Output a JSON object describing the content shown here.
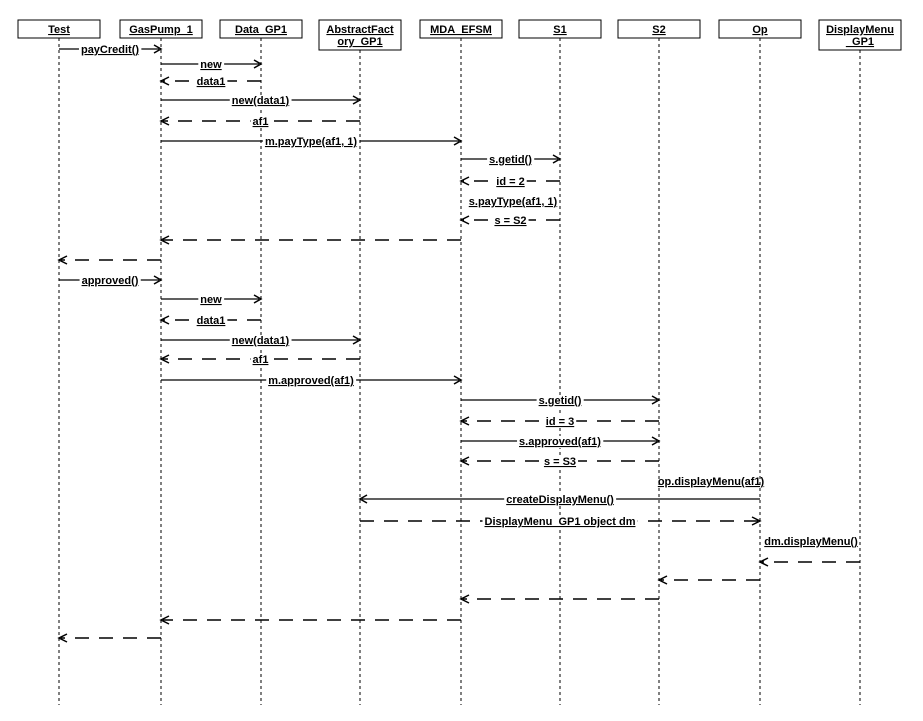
{
  "participants": [
    {
      "id": "test",
      "name": [
        "Test"
      ]
    },
    {
      "id": "gaspump",
      "name": [
        "GasPump_1"
      ]
    },
    {
      "id": "datagp1",
      "name": [
        "Data_GP1"
      ]
    },
    {
      "id": "absfactory",
      "name": [
        "AbstractFact",
        "ory_GP1"
      ]
    },
    {
      "id": "mdaefsm",
      "name": [
        "MDA_EFSM"
      ]
    },
    {
      "id": "s1",
      "name": [
        "S1"
      ]
    },
    {
      "id": "s2",
      "name": [
        "S2"
      ]
    },
    {
      "id": "op",
      "name": [
        "Op"
      ]
    },
    {
      "id": "displaymenu",
      "name": [
        "DisplayMenu",
        "_GP1"
      ]
    }
  ],
  "messages": [
    {
      "from": "test",
      "to": "gaspump",
      "label": "payCredit()",
      "kind": "call"
    },
    {
      "from": "gaspump",
      "to": "datagp1",
      "label": "new",
      "kind": "call"
    },
    {
      "from": "datagp1",
      "to": "gaspump",
      "label": "data1",
      "kind": "return"
    },
    {
      "from": "gaspump",
      "to": "absfactory",
      "label": "new(data1)",
      "kind": "call"
    },
    {
      "from": "absfactory",
      "to": "gaspump",
      "label": "af1",
      "kind": "return"
    },
    {
      "from": "gaspump",
      "to": "mdaefsm",
      "label": "m.payType(af1, 1)",
      "kind": "call"
    },
    {
      "from": "mdaefsm",
      "to": "s1",
      "label": "s.getid()",
      "kind": "call"
    },
    {
      "from": "s1",
      "to": "mdaefsm",
      "label": "id = 2",
      "kind": "return"
    },
    {
      "from": "mdaefsm",
      "to": "s1",
      "label": "s.payType(af1, 1)",
      "kind": "call",
      "label_only": true
    },
    {
      "from": "s1",
      "to": "mdaefsm",
      "label": "s = S2",
      "kind": "return"
    },
    {
      "from": "mdaefsm",
      "to": "gaspump",
      "label": "",
      "kind": "return"
    },
    {
      "from": "gaspump",
      "to": "test",
      "label": "",
      "kind": "return"
    },
    {
      "from": "test",
      "to": "gaspump",
      "label": "approved()",
      "kind": "call"
    },
    {
      "from": "gaspump",
      "to": "datagp1",
      "label": "new",
      "kind": "call"
    },
    {
      "from": "datagp1",
      "to": "gaspump",
      "label": "data1",
      "kind": "return"
    },
    {
      "from": "gaspump",
      "to": "absfactory",
      "label": "new(data1)",
      "kind": "call"
    },
    {
      "from": "absfactory",
      "to": "gaspump",
      "label": "af1",
      "kind": "return"
    },
    {
      "from": "gaspump",
      "to": "mdaefsm",
      "label": "m.approved(af1)",
      "kind": "call"
    },
    {
      "from": "mdaefsm",
      "to": "s2",
      "label": "s.getid()",
      "kind": "call"
    },
    {
      "from": "s2",
      "to": "mdaefsm",
      "label": "id = 3",
      "kind": "return"
    },
    {
      "from": "mdaefsm",
      "to": "s2",
      "label": "s.approved(af1)",
      "kind": "call"
    },
    {
      "from": "s2",
      "to": "mdaefsm",
      "label": "s = S3",
      "kind": "return"
    },
    {
      "from": "s2",
      "to": "op",
      "label": "op.displayMenu(af1)",
      "kind": "call",
      "label_only": true
    },
    {
      "from": "op",
      "to": "absfactory",
      "label": "createDisplayMenu()",
      "kind": "call"
    },
    {
      "from": "absfactory",
      "to": "op",
      "label": "DisplayMenu_GP1 object dm",
      "kind": "return"
    },
    {
      "from": "op",
      "to": "displaymenu",
      "label": "dm.displayMenu()",
      "kind": "call",
      "label_only": true
    },
    {
      "from": "displaymenu",
      "to": "op",
      "label": "",
      "kind": "return"
    },
    {
      "from": "op",
      "to": "s2",
      "label": "",
      "kind": "return"
    },
    {
      "from": "s2",
      "to": "mdaefsm",
      "label": "",
      "kind": "return"
    },
    {
      "from": "mdaefsm",
      "to": "gaspump",
      "label": "",
      "kind": "return"
    },
    {
      "from": "gaspump",
      "to": "test",
      "label": "",
      "kind": "return"
    }
  ]
}
